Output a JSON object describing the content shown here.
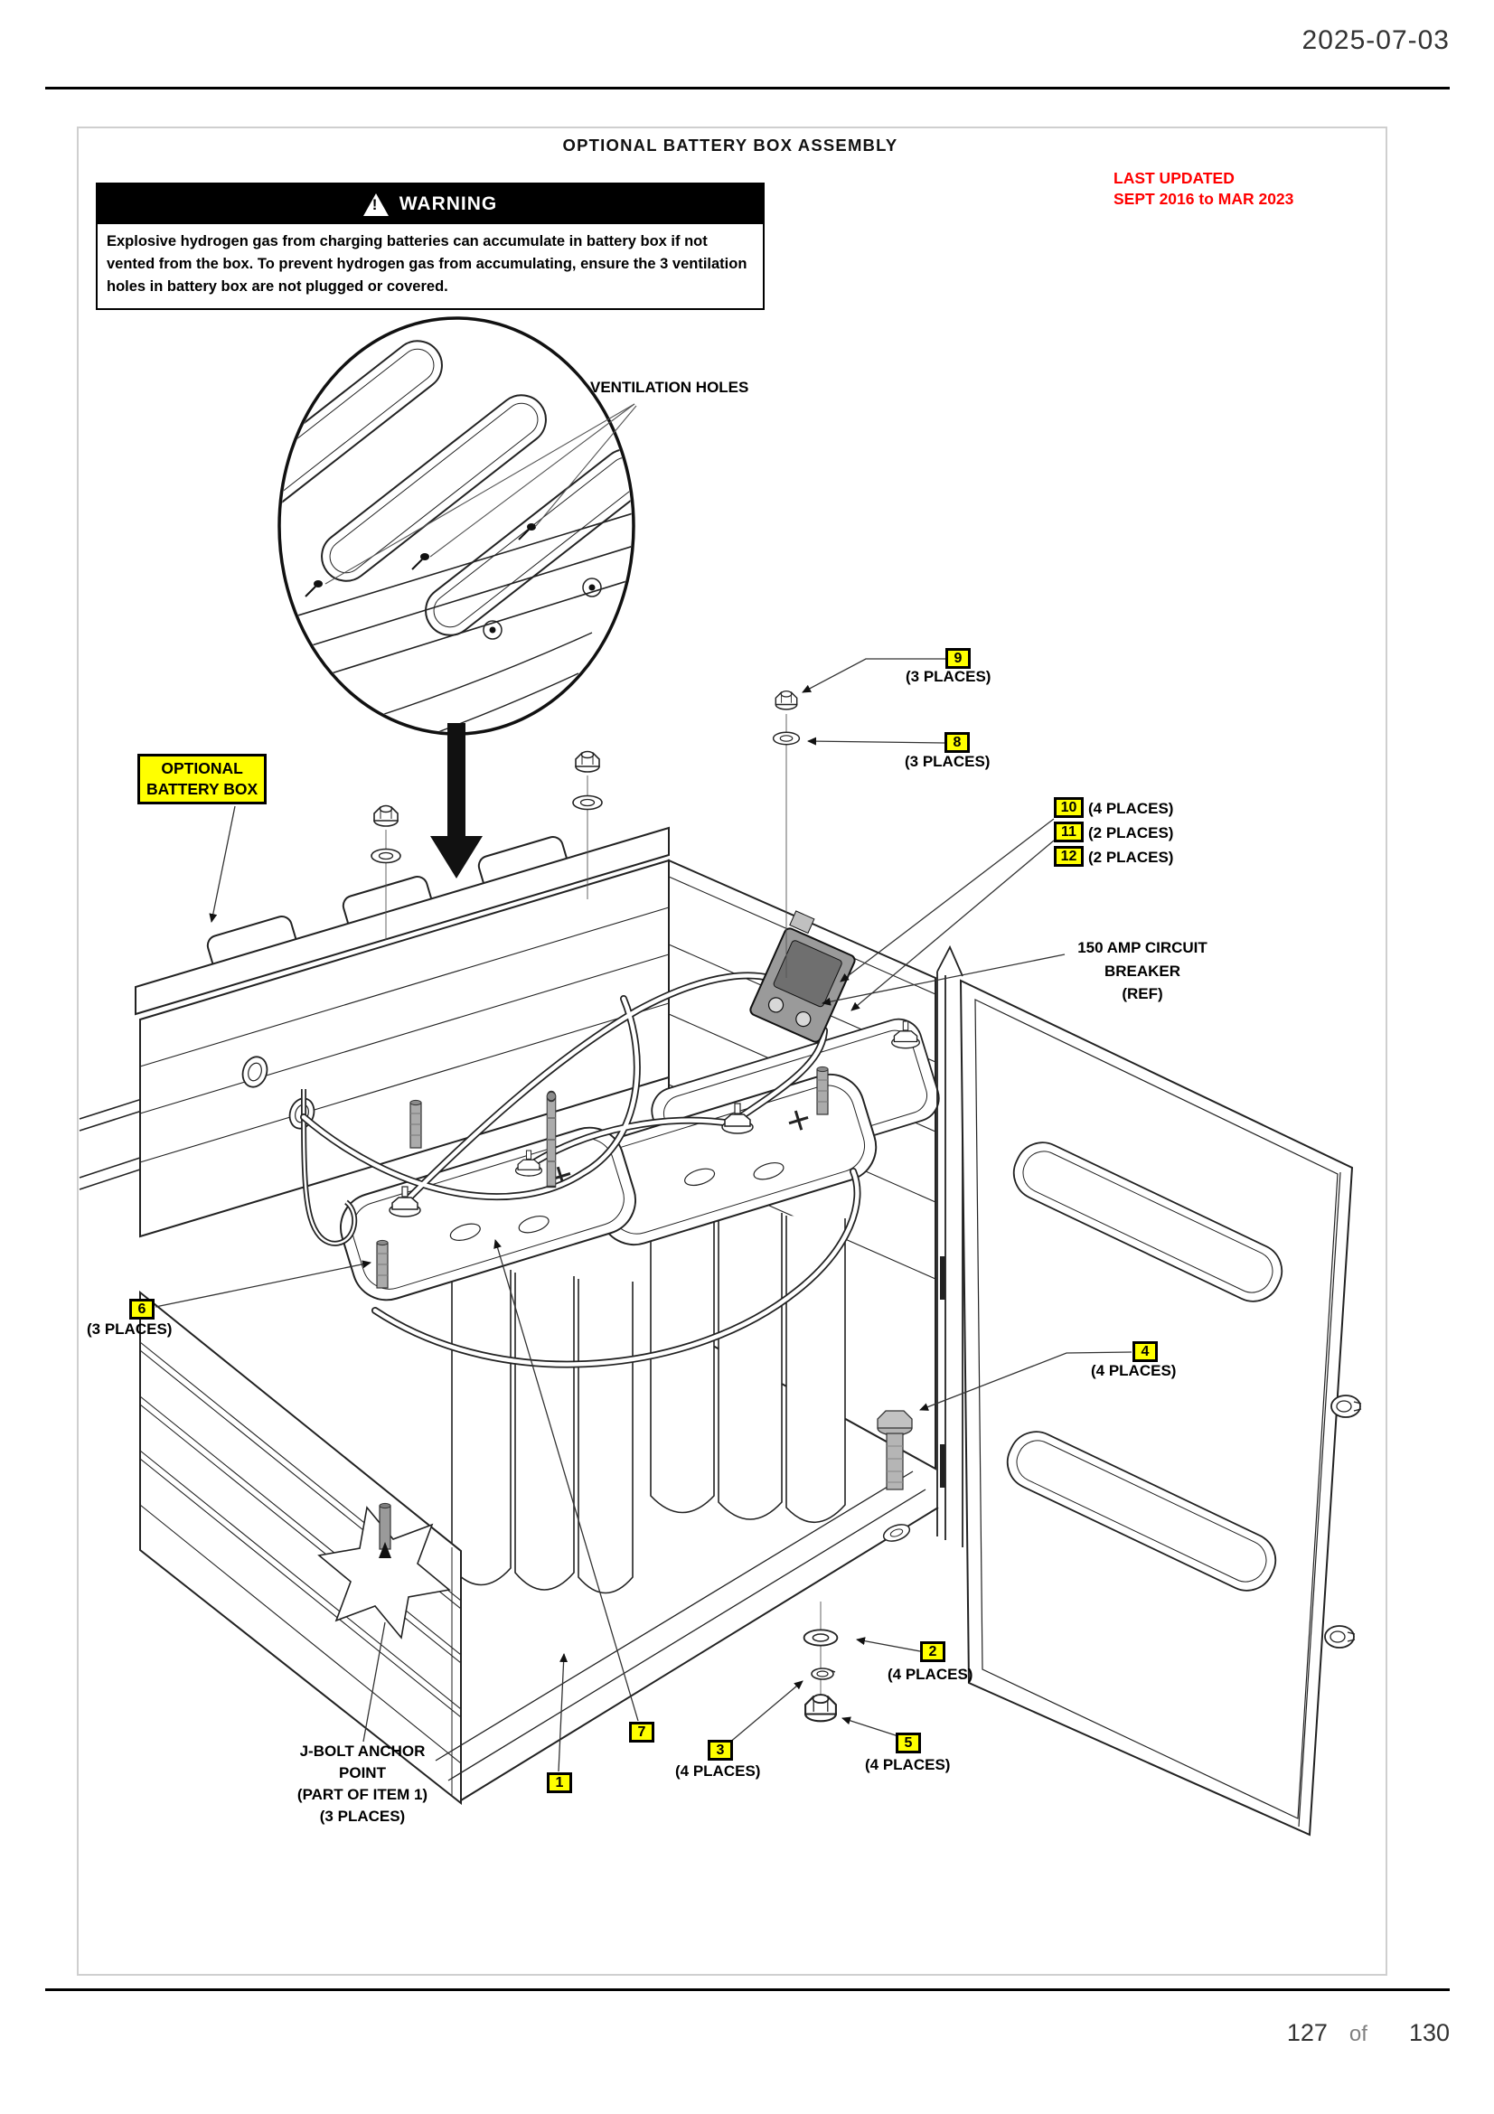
{
  "page": {
    "date": "2025-07-03",
    "footer": {
      "page": "127",
      "of_label": "of",
      "total": "130"
    }
  },
  "title": "OPTIONAL BATTERY BOX ASSEMBLY",
  "warning": {
    "header": "WARNING",
    "body": "Explosive hydrogen gas from charging batteries can accumulate in battery box if not vented from the box. To prevent hydrogen gas from accumulating, ensure the 3 ventilation holes in battery box are not plugged or covered."
  },
  "last_updated": {
    "line1": "LAST UPDATED",
    "line2": "SEPT 2016 to MAR 2023",
    "color": "#ff0000"
  },
  "labels": {
    "ventilation_holes": "VENTILATION HOLES",
    "optional_box_line1": "OPTIONAL",
    "optional_box_line2": "BATTERY BOX",
    "breaker_line1": "150 AMP CIRCUIT",
    "breaker_line2": "BREAKER",
    "breaker_line3": "(REF)",
    "jbolt_line1": "J-BOLT ANCHOR",
    "jbolt_line2": "POINT",
    "jbolt_line3": "(PART OF ITEM 1)",
    "jbolt_line4": "(3 PLACES)"
  },
  "callouts": {
    "c1": {
      "num": "1",
      "places": ""
    },
    "c2": {
      "num": "2",
      "places": "(4 PLACES)"
    },
    "c3": {
      "num": "3",
      "places": "(4 PLACES)"
    },
    "c4": {
      "num": "4",
      "places": "(4 PLACES)"
    },
    "c5": {
      "num": "5",
      "places": "(4 PLACES)"
    },
    "c6": {
      "num": "6",
      "places": "(3 PLACES)"
    },
    "c7": {
      "num": "7",
      "places": ""
    },
    "c8": {
      "num": "8",
      "places": "(3 PLACES)"
    },
    "c9": {
      "num": "9",
      "places": "(3 PLACES)"
    },
    "c10": {
      "num": "10",
      "places": "(4 PLACES)"
    },
    "c11": {
      "num": "11",
      "places": "(2 PLACES)"
    },
    "c12": {
      "num": "12",
      "places": "(2 PLACES)"
    }
  },
  "colors": {
    "highlight": "#ffff00",
    "warning_red": "#ff0000"
  }
}
